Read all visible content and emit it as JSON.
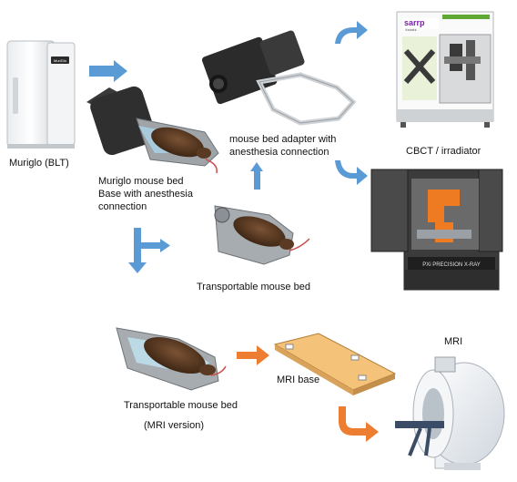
{
  "labels": {
    "muriglo": "Muriglo (BLT)",
    "muriglo_bed_line1": "Muriglo mouse bed",
    "muriglo_bed_line2": "Base with anesthesia",
    "muriglo_bed_line3": "connection",
    "adapter_line1": "mouse bed adapter with",
    "adapter_line2": "anesthesia connection",
    "cbct": "CBCT / irradiator",
    "transportable_bed": "Transportable mouse bed",
    "mri_base": "MRI base",
    "mri": "MRI",
    "transportable_bed_mri_line1": "Transportable mouse bed",
    "transportable_bed_mri_line2": "(MRI version)"
  },
  "device_text": {
    "sarrp_brand": "sarrp",
    "sarrp_sub": "Xstrahl",
    "pxi_panel": "PXi PRECISION X-RAY",
    "muriglo_badge": "MuriGlo"
  },
  "colors": {
    "blue_arrow": "#5b9bd5",
    "orange_arrow": "#ed7d31",
    "mri_base_fill": "#f5c27a",
    "mouse_brown": "#5a3a22"
  }
}
